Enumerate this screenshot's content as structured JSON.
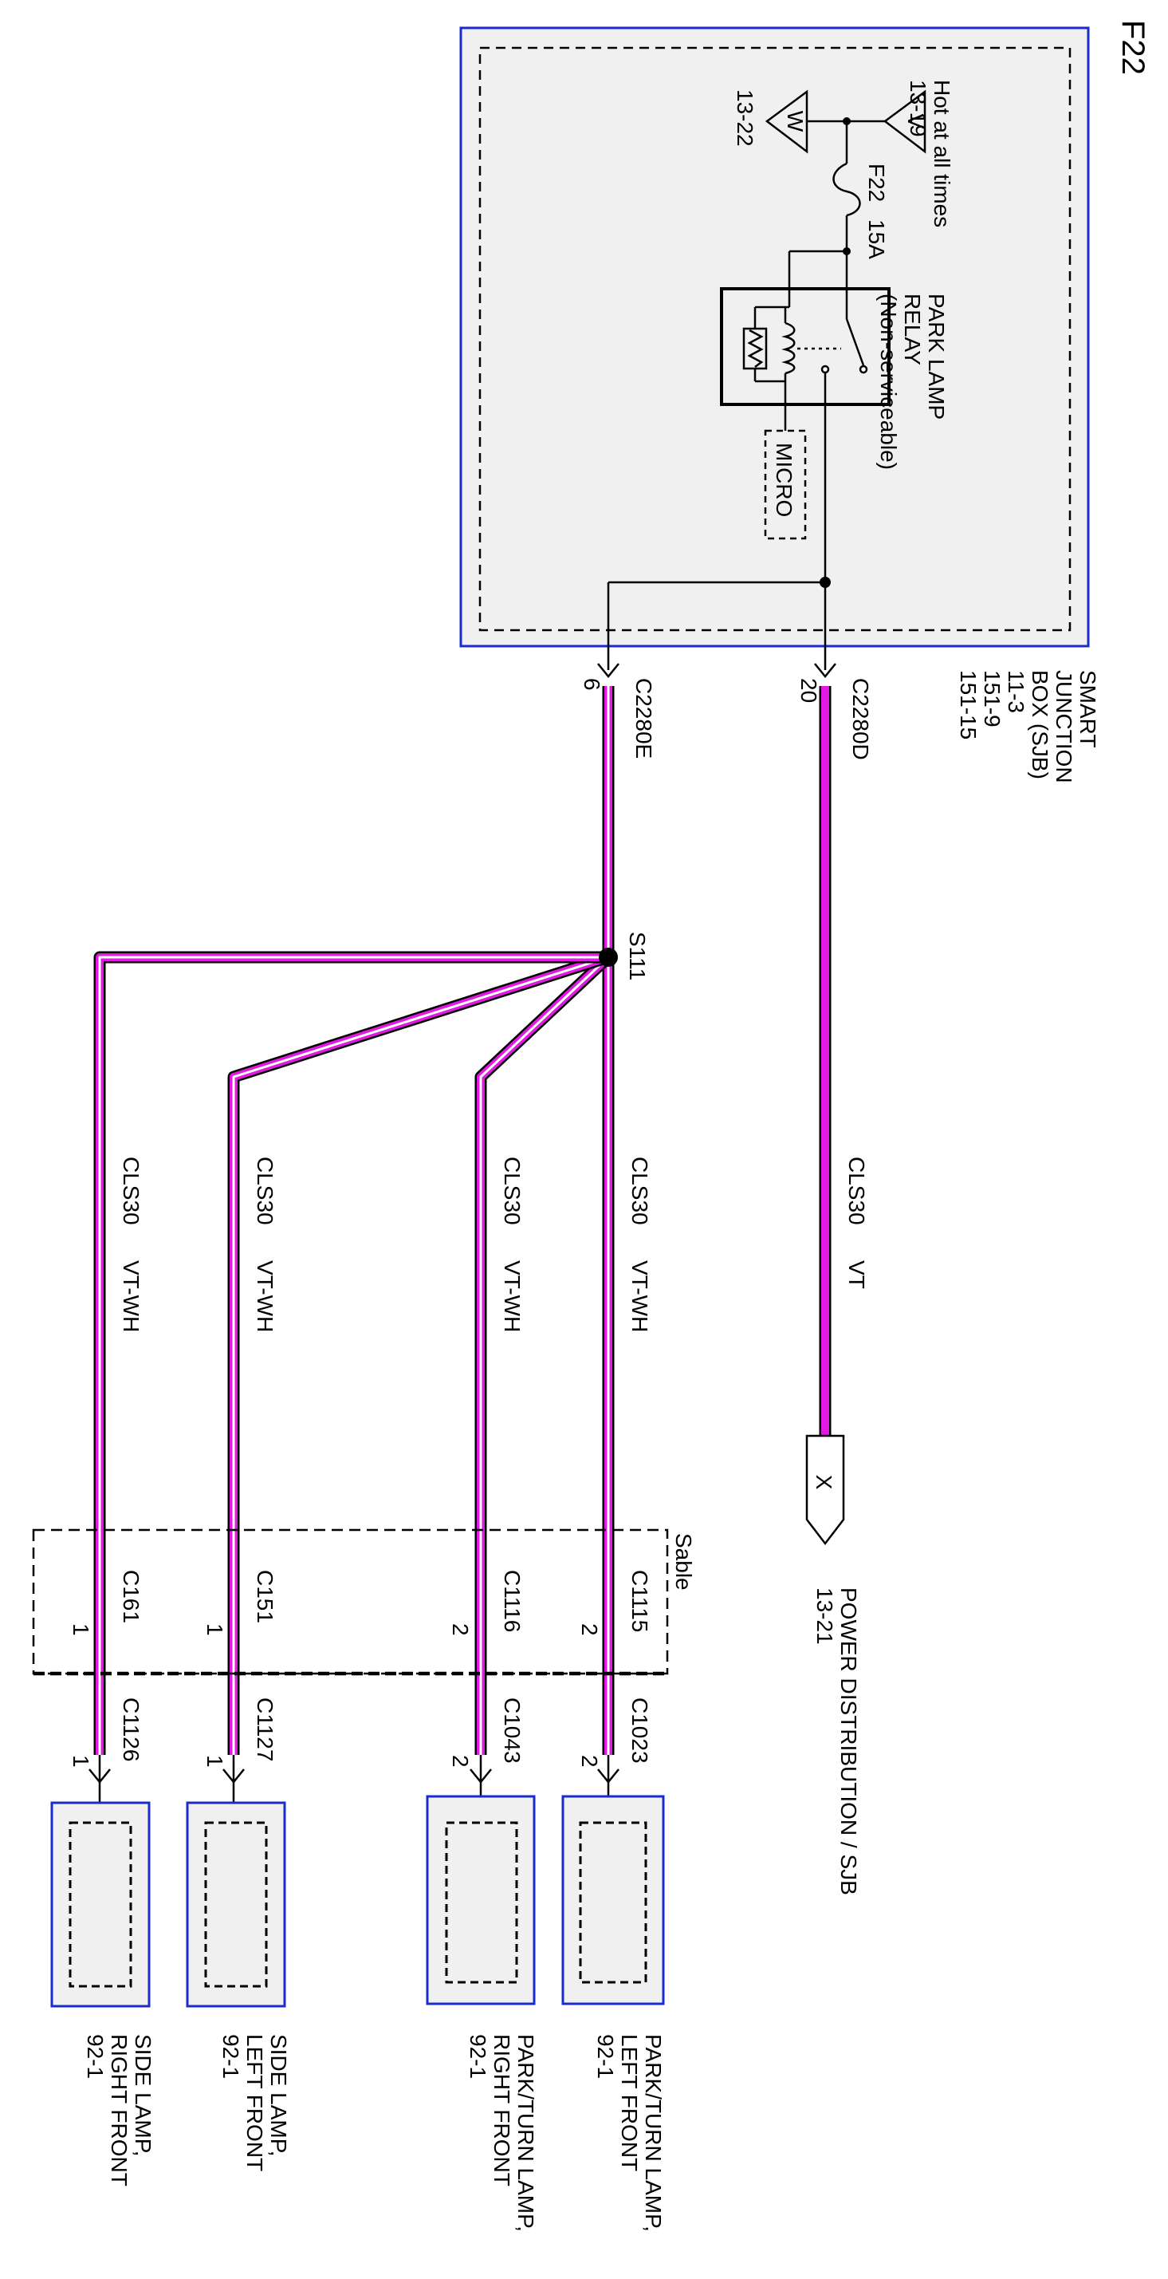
{
  "page_id": "F22",
  "sjb": {
    "name": "SMART JUNCTION BOX (SJB)",
    "name_lines": [
      "SMART",
      "JUNCTION",
      "BOX (SJB)"
    ],
    "refs": [
      "11-3",
      "151-9",
      "151-15"
    ],
    "hot_label": "Hot at all times",
    "hot_ref": "13-19",
    "hot_symbol": "V",
    "w_symbol": "W",
    "w_ref": "13-22",
    "fuse_name": "F22",
    "fuse_rating": "15A",
    "relay_lines": [
      "PARK LAMP",
      "RELAY",
      "(Non-serviceable)"
    ],
    "micro_label": "MICRO",
    "connector_d": "C2280D",
    "connector_d_pin": "20",
    "connector_e": "C2280E",
    "connector_e_pin": "6"
  },
  "splice": "S111",
  "wires": [
    {
      "gauge": "CLS30",
      "color_code": "VT"
    },
    {
      "gauge": "CLS30",
      "color_code": "VT-WH"
    },
    {
      "gauge": "CLS30",
      "color_code": "VT-WH"
    },
    {
      "gauge": "CLS30",
      "color_code": "VT-WH"
    },
    {
      "gauge": "CLS30",
      "color_code": "VT-WH"
    }
  ],
  "power_dist": {
    "symbol": "X",
    "label": "POWER DISTRIBUTION / SJB",
    "ref": "13-21"
  },
  "variant_label": "Sable",
  "inline_connectors": [
    {
      "name": "C1115",
      "pin": "2"
    },
    {
      "name": "C1116",
      "pin": "2"
    },
    {
      "name": "C151",
      "pin": "1"
    },
    {
      "name": "C161",
      "pin": "1"
    }
  ],
  "component_connectors": [
    {
      "name": "C1023",
      "pin": "2"
    },
    {
      "name": "C1043",
      "pin": "2"
    },
    {
      "name": "C1127",
      "pin": "1"
    },
    {
      "name": "C1126",
      "pin": "1"
    }
  ],
  "components": [
    {
      "lines": [
        "PARK/TURN LAMP,",
        "LEFT FRONT"
      ],
      "ref": "92-1"
    },
    {
      "lines": [
        "PARK/TURN LAMP,",
        "RIGHT FRONT"
      ],
      "ref": "92-1"
    },
    {
      "lines": [
        "SIDE LAMP,",
        "LEFT FRONT"
      ],
      "ref": "92-1"
    },
    {
      "lines": [
        "SIDE LAMP,",
        "RIGHT FRONT"
      ],
      "ref": "92-1"
    }
  ],
  "colors": {
    "wire_violet": "#e01ae0",
    "component_border": "#1a2ccf",
    "box_fill": "#f0f0f0"
  }
}
